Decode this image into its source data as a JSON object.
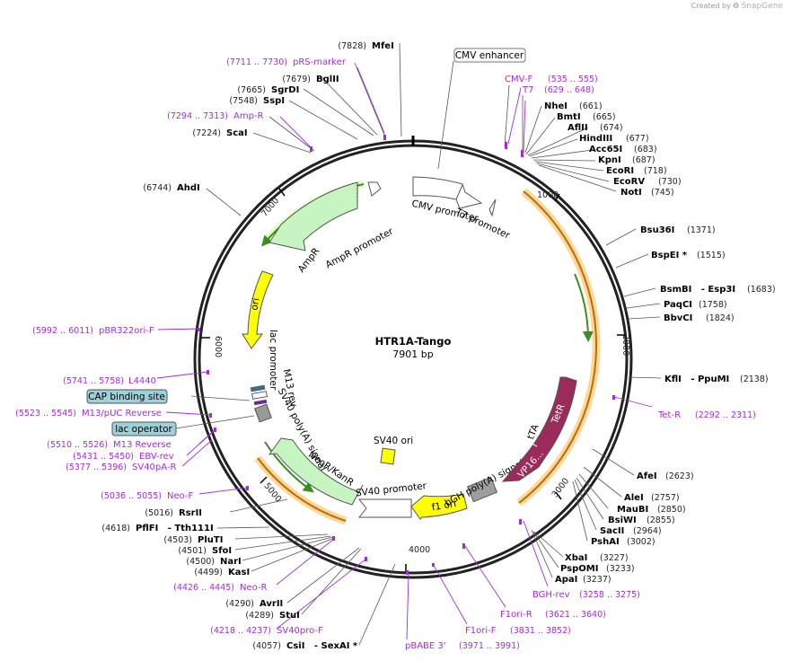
{
  "credit": {
    "created_by": "Created by",
    "brand": "SnapGene"
  },
  "plasmid": {
    "name": "HTR1A-Tango",
    "length_label": "7901 bp",
    "length": 7901
  },
  "ticks": [
    "1000",
    "2000",
    "3000",
    "4000",
    "5000",
    "6000",
    "7000"
  ],
  "colors": {
    "primer": "#9d2fd6",
    "orf_fill": "#ffb84d",
    "orf_stroke": "#c77f00",
    "ampr": "#c6f5c2",
    "ori": "#ffff00",
    "tta": "#9b2b5b",
    "green_arrow": "#3a8f1e"
  },
  "enzymes": [
    {
      "pos": "(7828)",
      "name": "MfeI"
    },
    {
      "pos": "(7679)",
      "name": "BglII"
    },
    {
      "pos": "(7665)",
      "name": "SgrDI"
    },
    {
      "pos": "(7548)",
      "name": "SspI"
    },
    {
      "pos": "(7224)",
      "name": "ScaI"
    },
    {
      "pos": "(6744)",
      "name": "AhdI"
    },
    {
      "name": "NheI",
      "pos": "(661)"
    },
    {
      "name": "BmtI",
      "pos": "(665)"
    },
    {
      "name": "AflII",
      "pos": "(674)"
    },
    {
      "name": "HindIII",
      "pos": "(677)"
    },
    {
      "name": "Acc65I",
      "pos": "(683)"
    },
    {
      "name": "KpnI",
      "pos": "(687)"
    },
    {
      "name": "EcoRI",
      "pos": "(718)"
    },
    {
      "name": "EcoRV",
      "pos": "(730)"
    },
    {
      "name": "NotI",
      "pos": "(745)"
    },
    {
      "name": "Bsu36I",
      "pos": "(1371)"
    },
    {
      "name": "BspEI *",
      "pos": "(1515)"
    },
    {
      "name": "BsmBI   - Esp3I",
      "pos": "(1683)"
    },
    {
      "name": "PaqCI",
      "pos": "(1758)"
    },
    {
      "name": "BbvCI",
      "pos": "(1824)"
    },
    {
      "name": "KflI   - PpuMI",
      "pos": "(2138)"
    },
    {
      "name": "AfeI",
      "pos": "(2623)"
    },
    {
      "name": "AleI",
      "pos": "(2757)"
    },
    {
      "name": "MauBI",
      "pos": "(2850)"
    },
    {
      "name": "BsiWI",
      "pos": "(2855)"
    },
    {
      "name": "SacII",
      "pos": "(2964)"
    },
    {
      "name": "PshAI",
      "pos": "(3002)"
    },
    {
      "name": "XbaI",
      "pos": "(3227)"
    },
    {
      "name": "PspOMI",
      "pos": "(3233)"
    },
    {
      "name": "ApaI",
      "pos": "(3237)"
    },
    {
      "pos": "(5016)",
      "name": "RsrII"
    },
    {
      "pos": "(4618)",
      "name": "PflFI   - Tth111I"
    },
    {
      "pos": "(4503)",
      "name": "PluTI"
    },
    {
      "pos": "(4501)",
      "name": "SfoI"
    },
    {
      "pos": "(4500)",
      "name": "NarI"
    },
    {
      "pos": "(4499)",
      "name": "KasI"
    },
    {
      "pos": "(4290)",
      "name": "AvrII"
    },
    {
      "pos": "(4289)",
      "name": "StuI"
    },
    {
      "pos": "(4057)",
      "name": "CsiI   - SexAI *"
    }
  ],
  "primers": [
    {
      "pos": "(7711 .. 7730)",
      "name": "pRS-marker"
    },
    {
      "pos": "(7294 .. 7313)",
      "name": "Amp-R"
    },
    {
      "name": "CMV-F",
      "pos": "(535 .. 555)"
    },
    {
      "name": "T7",
      "pos": "(629 .. 648)"
    },
    {
      "name": "Tet-R",
      "pos": "(2292 .. 2311)"
    },
    {
      "name": "BGH-rev",
      "pos": "(3258 .. 3275)"
    },
    {
      "name": "F1ori-R",
      "pos": "(3621 .. 3640)"
    },
    {
      "name": "F1ori-F",
      "pos": "(3831 .. 3852)"
    },
    {
      "name": "pBABE 3'",
      "pos": "(3971 .. 3991)"
    },
    {
      "pos": "(5992 .. 6011)",
      "name": "pBR322ori-F"
    },
    {
      "pos": "(5741 .. 5758)",
      "name": "L4440"
    },
    {
      "pos": "(5523 .. 5545)",
      "name": "M13/pUC Reverse"
    },
    {
      "pos": "(5510 .. 5526)",
      "name": "M13 Reverse"
    },
    {
      "pos": "(5431 .. 5450)",
      "name": "EBV-rev"
    },
    {
      "pos": "(5377 .. 5396)",
      "name": "SV40pA-R"
    },
    {
      "pos": "(5036 .. 5055)",
      "name": "Neo-F"
    },
    {
      "pos": "(4426 .. 4445)",
      "name": "Neo-R"
    },
    {
      "pos": "(4218 .. 4237)",
      "name": "SV40pro-F"
    }
  ],
  "boxed_labels": [
    "CMV enhancer",
    "CAP binding site",
    "lac operator"
  ],
  "features": {
    "cmv_promoter": "CMV promoter",
    "t7_promoter": "T7 promoter",
    "ampr": "AmpR",
    "ampr_promoter": "AmpR promoter",
    "ori": "ori",
    "lac_promoter": "lac promoter",
    "m13_rev": "M13 rev",
    "sv40_polya_1": "SV40 poly(A) signal",
    "neor": "NeoR/KanR",
    "sv40_promoter": "SV40 promoter",
    "sv40_ori": "SV40 ori",
    "f1_ori": "f1 ori",
    "bgh_polya": "bGH poly(A) signal",
    "tta": "tTA",
    "tetr": "TetR",
    "vp16": "VP16..."
  }
}
